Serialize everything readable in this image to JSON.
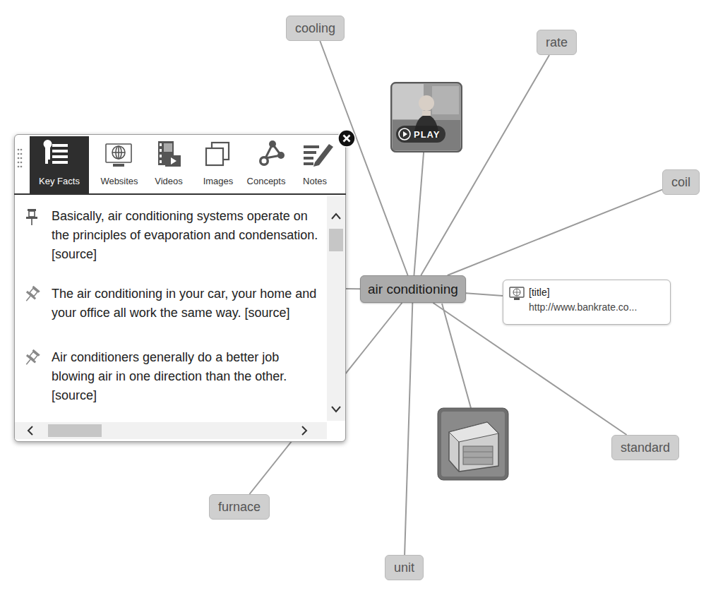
{
  "diagram": {
    "nodes": [
      {
        "text": [
          "cooling"
        ]
      },
      {
        "text": [
          "rate"
        ]
      },
      {
        "text": [
          "PLAY"
        ]
      },
      {
        "text": [
          "Key Facts",
          "Websites",
          "Videos",
          "Images",
          "Concepts",
          "Notes",
          "Basically, air conditioning systems operate on the principles of evaporation and condensation. [source]",
          "The air conditioning in your car, your home and your office all work the same way. [source]",
          "Air conditioners generally do a better job blowing air in one direction than the other. [source]"
        ]
      },
      {
        "text": [
          "coil"
        ]
      },
      {
        "text": [
          "air conditioning"
        ]
      },
      {
        "text": [
          "[title]",
          "http://www.bankrate.co..."
        ]
      },
      {
        "text": [
          "standard"
        ]
      },
      {
        "text": [
          "furnace"
        ]
      },
      {
        "text": [
          "unit"
        ]
      }
    ],
    "edges": [
      {
        "from": 5,
        "to": 0,
        "arrow": "none"
      },
      {
        "from": 5,
        "to": 1,
        "arrow": "none"
      },
      {
        "from": 5,
        "to": 2,
        "arrow": "none"
      },
      {
        "from": 5,
        "to": 3,
        "arrow": "none"
      },
      {
        "from": 5,
        "to": 4,
        "arrow": "none"
      },
      {
        "from": 5,
        "to": 6,
        "arrow": "none"
      },
      {
        "from": 5,
        "to": 7,
        "arrow": "none"
      },
      {
        "from": 5,
        "to": 8,
        "arrow": "none"
      },
      {
        "from": 5,
        "to": 9,
        "arrow": "none"
      }
    ]
  }
}
